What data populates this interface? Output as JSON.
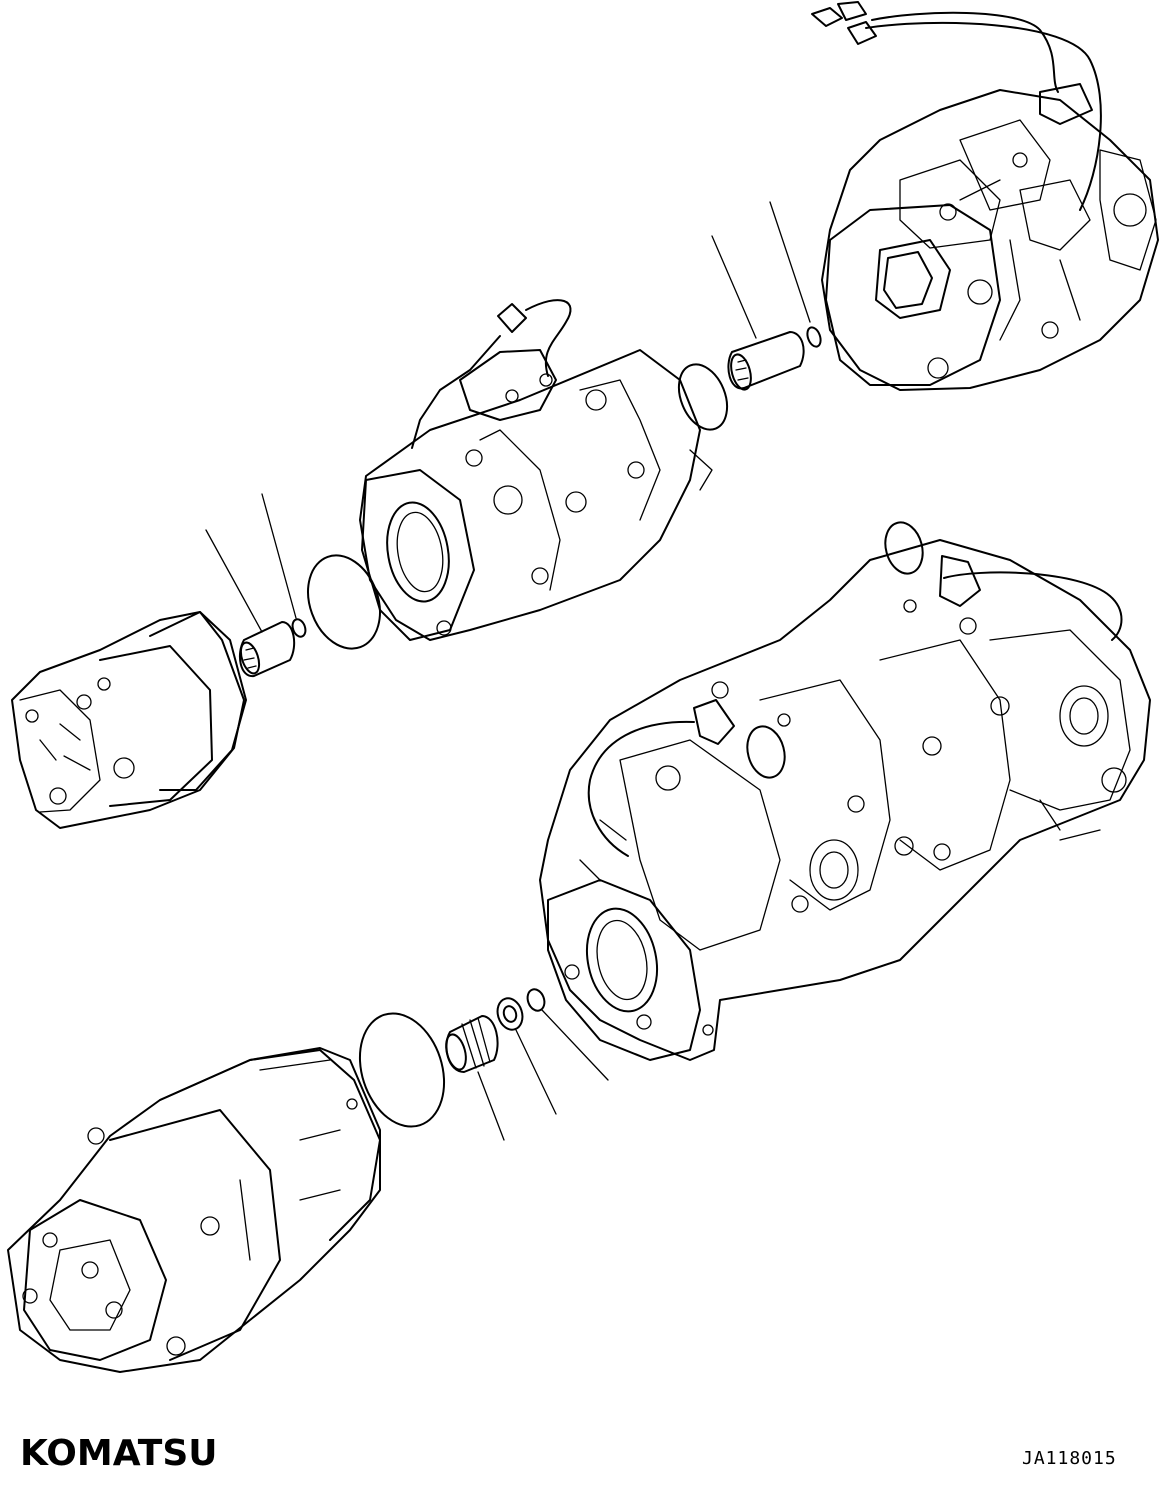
{
  "brand": {
    "logo_text": "KOMATSU"
  },
  "drawing": {
    "code": "JA118015"
  },
  "parts": {
    "pump_rear_upper": "pump-assembly",
    "pump_front_upper": "pump-assembly",
    "gear_pump_upper": "gear-pump",
    "pump_assembly_lower": "pump-assembly",
    "gear_pump_lower": "gear-pump",
    "coupling": "coupling",
    "o_ring": "o-ring",
    "snap_ring": "snap-ring",
    "seal_ring": "seal-ring",
    "spacer": "spacer"
  }
}
